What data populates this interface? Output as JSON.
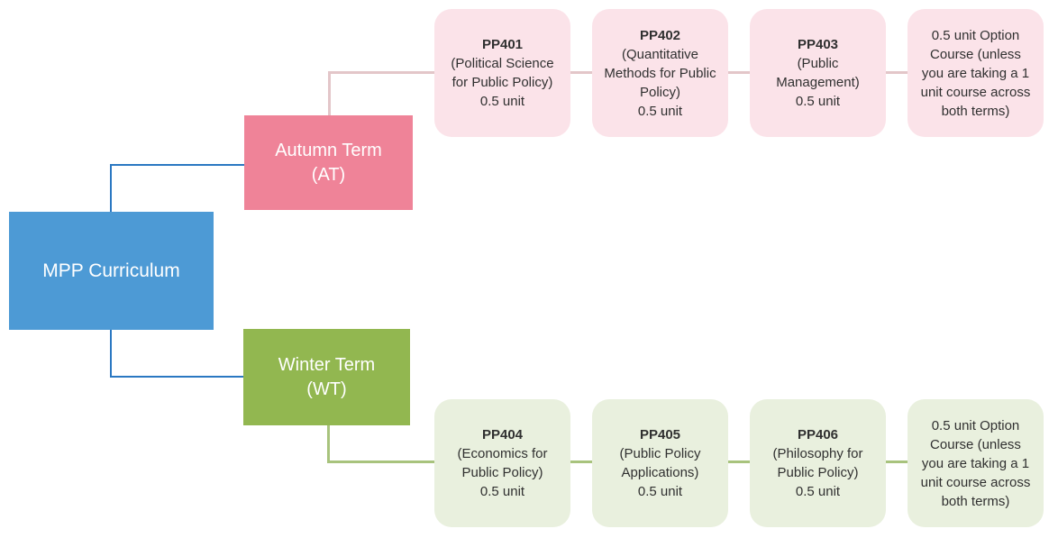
{
  "colors": {
    "canvas_bg": "#FFFFFF",
    "root_fill": "#4D9AD5",
    "connector_blue": "#2B78C2",
    "autumn_fill": "#EF8398",
    "autumn_course_fill": "#FBE3E9",
    "autumn_connector": "#E3C6C9",
    "winter_fill": "#92B750",
    "winter_course_fill": "#E9F0DE",
    "winter_connector": "#A8C37D",
    "text_dark": "#303030",
    "text_light": "#FFFFFF"
  },
  "root": {
    "label": "MPP Curriculum"
  },
  "branches": [
    {
      "term_name": "Autumn Term",
      "term_abbr": "(AT)",
      "courses": [
        {
          "code": "PP401",
          "title": "(Political Science for Public Policy)",
          "unit": "0.5 unit"
        },
        {
          "code": "PP402",
          "title": "(Quantitative Methods for Public Policy)",
          "unit": "0.5 unit"
        },
        {
          "code": "PP403",
          "title": "(Public Management)",
          "unit": "0.5 unit"
        },
        {
          "code": "",
          "title": "0.5 unit Option Course (unless you are taking a 1 unit course across both terms)",
          "unit": ""
        }
      ]
    },
    {
      "term_name": "Winter Term",
      "term_abbr": "(WT)",
      "courses": [
        {
          "code": "PP404",
          "title": "(Economics for Public Policy)",
          "unit": "0.5 unit"
        },
        {
          "code": "PP405",
          "title": "(Public Policy Applications)",
          "unit": "0.5 unit"
        },
        {
          "code": "PP406",
          "title": "(Philosophy for Public Policy)",
          "unit": "0.5 unit"
        },
        {
          "code": "",
          "title": "0.5 unit Option Course (unless you are taking a 1 unit course across both terms)",
          "unit": ""
        }
      ]
    }
  ]
}
